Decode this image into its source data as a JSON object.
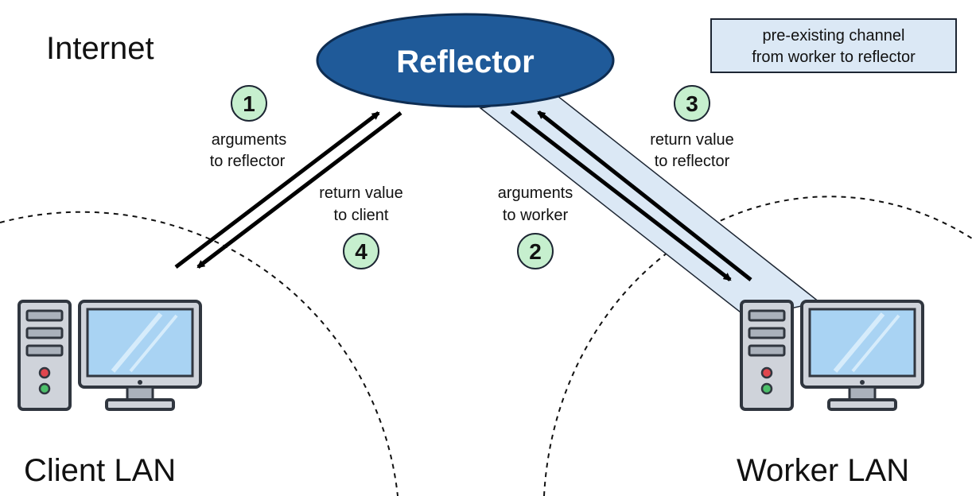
{
  "zones": {
    "internet": "Internet",
    "client_lan": "Client LAN",
    "worker_lan": "Worker LAN"
  },
  "reflector": {
    "label": "Reflector"
  },
  "note": {
    "line1": "pre-existing channel",
    "line2": "from worker to reflector"
  },
  "steps": [
    {
      "number": "1",
      "line1": "arguments",
      "line2": "to reflector"
    },
    {
      "number": "2",
      "line1": "arguments",
      "line2": "to worker"
    },
    {
      "number": "3",
      "line1": "return value",
      "line2": "to reflector"
    },
    {
      "number": "4",
      "line1": "return value",
      "line2": "to client"
    }
  ],
  "colors": {
    "reflector_fill": "#1f5a99",
    "reflector_stroke": "#0e2d52",
    "channel_fill": "#dbe8f5",
    "badge_fill": "#c6efce",
    "note_fill": "#dbe8f5",
    "screen": "#a9d3f3"
  },
  "icons": {
    "client": "desktop-computer-icon",
    "worker": "desktop-computer-icon"
  }
}
